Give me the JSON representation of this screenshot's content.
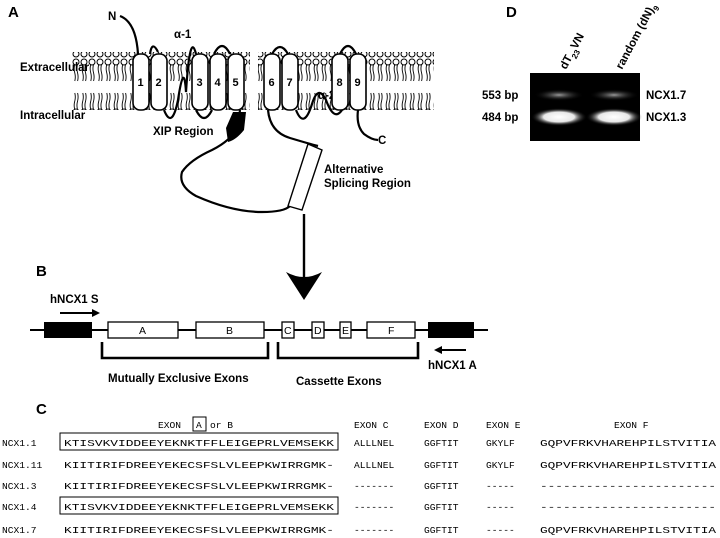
{
  "panel_a": {
    "letter": "A",
    "n_terminus": "N",
    "c_terminus": "C",
    "alpha1": "α-1",
    "alpha2": "α-2",
    "extracellular": "Extracellular",
    "intracellular": "Intracellular",
    "xip_region": "XIP Region",
    "alt_splicing_line1": "Alternative",
    "alt_splicing_line2": "Splicing Region",
    "tm_labels": [
      "1",
      "2",
      "3",
      "4",
      "5",
      "6",
      "7",
      "8",
      "9"
    ]
  },
  "panel_b": {
    "letter": "B",
    "primer_s": "hNCX1 S",
    "primer_a": "hNCX1 A",
    "exons": [
      "A",
      "B",
      "C",
      "D",
      "E",
      "F"
    ],
    "mutually_exclusive": "Mutually Exclusive Exons",
    "cassette": "Cassette Exons"
  },
  "panel_c": {
    "letter": "C",
    "header_exon": "EXON",
    "header_a": "A",
    "header_or_b": "or B",
    "header_c": "EXON C",
    "header_d": "EXON D",
    "header_e": "EXON E",
    "header_f": "EXON F",
    "rows": [
      {
        "name": "NCX1.1",
        "ab": "KTISVKVIDDEEYEKNKTFFLEIGEPRLVEMSEKK",
        "c": "ALLLNEL",
        "d": "GGFTIT",
        "e": "GKYLF",
        "f": "GQPVFRKVHAREHPILSTVITIA"
      },
      {
        "name": "NCX1.11",
        "ab": "KIITIRIFDREEYEKECSFSLVLEEPKWIRRGMK-",
        "c": "ALLLNEL",
        "d": "GGFTIT",
        "e": "GKYLF",
        "f": "GQPVFRKVHAREHPILSTVITIA"
      },
      {
        "name": "NCX1.3",
        "ab": "KIITIRIFDREEYEKECSFSLVLEEPKWIRRGMK-",
        "c": "-------",
        "d": "GGFTIT",
        "e": "-----",
        "f": "-----------------------"
      },
      {
        "name": "NCX1.4",
        "ab": "KTISVKVIDDEEYEKNKTFFLEIGEPRLVEMSEKK",
        "c": "-------",
        "d": "GGFTIT",
        "e": "-----",
        "f": "-----------------------"
      },
      {
        "name": "NCX1.7",
        "ab": "KIITIRIFDREEYEKECSFSLVLEEPKWIRRGMK-",
        "c": "-------",
        "d": "GGFTIT",
        "e": "-----",
        "f": "GQPVFRKVHAREHPILSTVITIA"
      }
    ]
  },
  "panel_d": {
    "letter": "D",
    "lane1_a": "dT",
    "lane1_b": "23",
    "lane1_c": "VN",
    "lane2_a": "random (dN)",
    "lane2_b": "9",
    "band_upper_size": "553 bp",
    "band_lower_size": "484 bp",
    "band_upper_name": "NCX1.7",
    "band_lower_name": "NCX1.3"
  }
}
